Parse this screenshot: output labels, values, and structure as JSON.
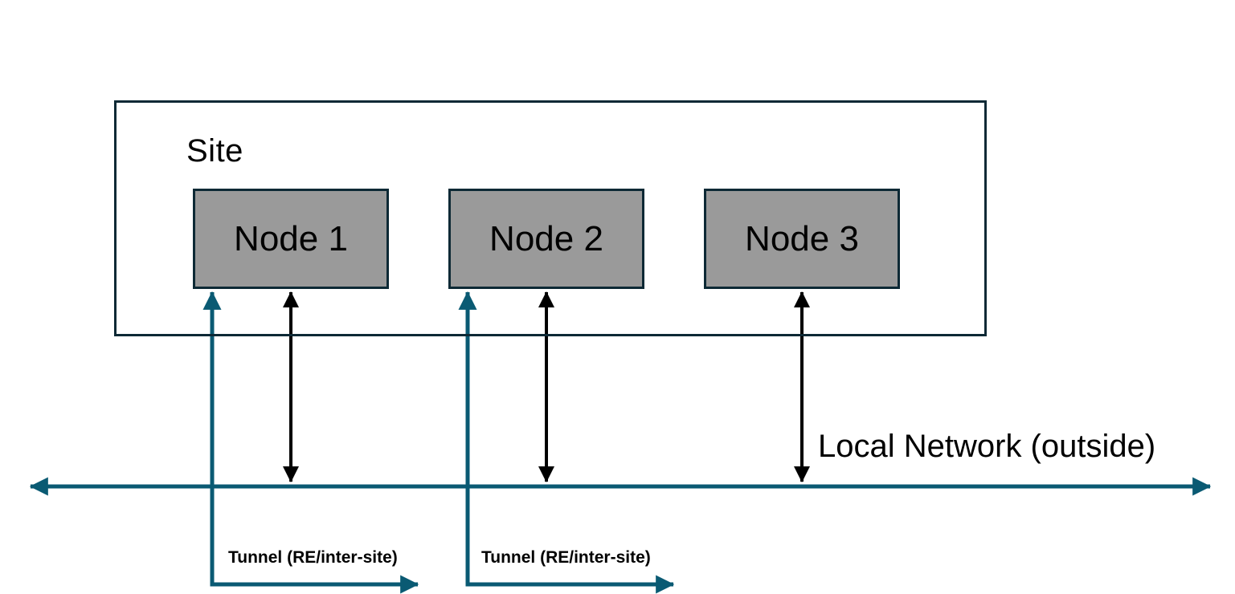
{
  "colors": {
    "teal": "#0a5a73",
    "dark_border": "#0d2935",
    "node_fill": "#9a9a9a",
    "arrow_black": "#000000",
    "background": "#ffffff",
    "text": "#000000"
  },
  "site": {
    "label": "Site"
  },
  "nodes": [
    {
      "label": "Node 1"
    },
    {
      "label": "Node 2"
    },
    {
      "label": "Node 3"
    }
  ],
  "network": {
    "label": "Local Network (outside)"
  },
  "tunnels": [
    {
      "label": "Tunnel (RE/inter-site)"
    },
    {
      "label": "Tunnel (RE/inter-site)"
    }
  ]
}
